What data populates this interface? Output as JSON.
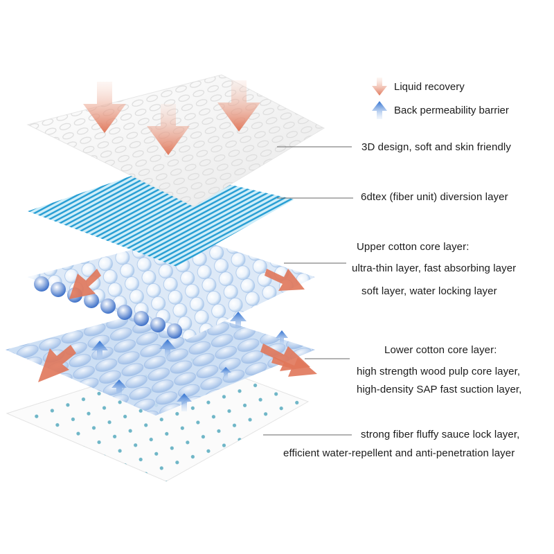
{
  "legend": {
    "liquid_recovery": "Liquid recovery",
    "back_permeability_barrier": "Back permeability barrier"
  },
  "layers": {
    "top_sheet": "3D design, soft and skin friendly",
    "diversion_layer": "6dtex (fiber unit) diversion layer",
    "upper_core": {
      "title": "Upper cotton core layer:",
      "line1": "ultra-thin layer, fast absorbing layer",
      "line2": "soft layer, water locking layer"
    },
    "lower_core": {
      "title": "Lower cotton core layer:",
      "line1": "high strength wood pulp core layer,",
      "line2": "high-density SAP fast suction layer,"
    },
    "bottom_sheet": {
      "line1": "strong fiber fluffy sauce lock layer,",
      "line2": "efficient water-repellent and anti-penetration layer"
    }
  },
  "colors": {
    "down_arrow": "#e0775a",
    "up_arrow": "#3d7fd6",
    "diversion_stripe": "#3aa7d8",
    "bubble": "#bcd6f2",
    "dot": "#6fb6c7"
  }
}
